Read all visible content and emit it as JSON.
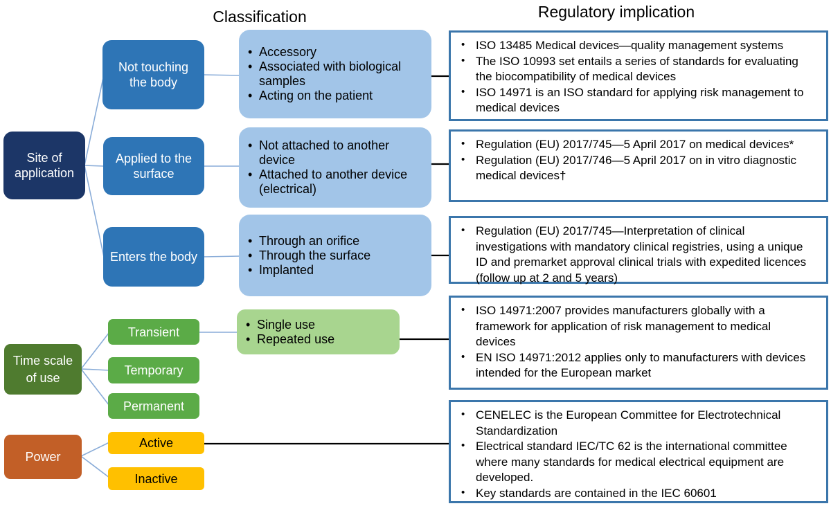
{
  "headers": {
    "classification": "Classification",
    "regulatory_implication": "Regulatory implication"
  },
  "category_nodes": {
    "site_of_application": "Site of\napplication",
    "time_scale_of_use": "Time scale\nof use",
    "power": "Power"
  },
  "classification_nodes": {
    "not_touching_the_body": "Not touching\nthe body",
    "applied_to_the_surface": "Applied to the\nsurface",
    "enters_the_body": "Enters the body",
    "transient": "Transient",
    "temporary": "Temporary",
    "permanent": "Permanent",
    "active": "Active",
    "inactive": "Inactive"
  },
  "classification_details": {
    "not_touching_the_body": [
      "Accessory",
      "Associated with biological\nsamples",
      "Acting on the patient"
    ],
    "applied_to_the_surface": [
      "Not attached to another\ndevice",
      "Attached to another device\n(electrical)"
    ],
    "enters_the_body": [
      "Through an orifice",
      "Through the surface",
      "Implanted"
    ],
    "time_scale_of_use": [
      "Single use",
      "Repeated use"
    ]
  },
  "regulatory_implications": [
    [
      "ISO 13485 Medical devices—quality management systems",
      "The ISO 10993 set entails a series of standards for evaluating the biocompatibility of medical devices",
      "ISO 14971 is an ISO standard for applying risk management to medical devices"
    ],
    [
      "Regulation (EU) 2017/745—5 April 2017 on medical devices*",
      "Regulation (EU) 2017/746—5 April 2017 on in vitro diagnostic medical devices†"
    ],
    [
      "Regulation (EU) 2017/745—Interpretation of clinical investigations with mandatory clinical registries, using a unique ID and premarket approval clinical trials with expedited licences (follow up at 2 and 5 years)"
    ],
    [
      "ISO 14971:2007 provides manufacturers globally with a framework for application of risk management to medical devices",
      "EN ISO 14971:2012 applies only to manufacturers with devices intended for the European market"
    ],
    [
      "CENELEC is the European Committee for Electrotechnical Standardization",
      "Electrical standard IEC/TC 62 is the international committee where many standards for medical electrical equipment are developed.",
      "Key standards are contained in the IEC 60601"
    ]
  ],
  "colors": {
    "category_navy": "#1c3667",
    "category_dark_green": "#4f7b2f",
    "category_orange": "#c25f27",
    "classification_blue": "#2e75b6",
    "classification_green": "#5bab47",
    "classification_yellow": "#ffc000",
    "detail_light_blue": "#a2c5e8",
    "detail_light_green": "#a8d58f",
    "regulatory_border_blue": "#3b76ab",
    "connector_light_blue": "#89acd8",
    "connector_black": "#000000"
  }
}
